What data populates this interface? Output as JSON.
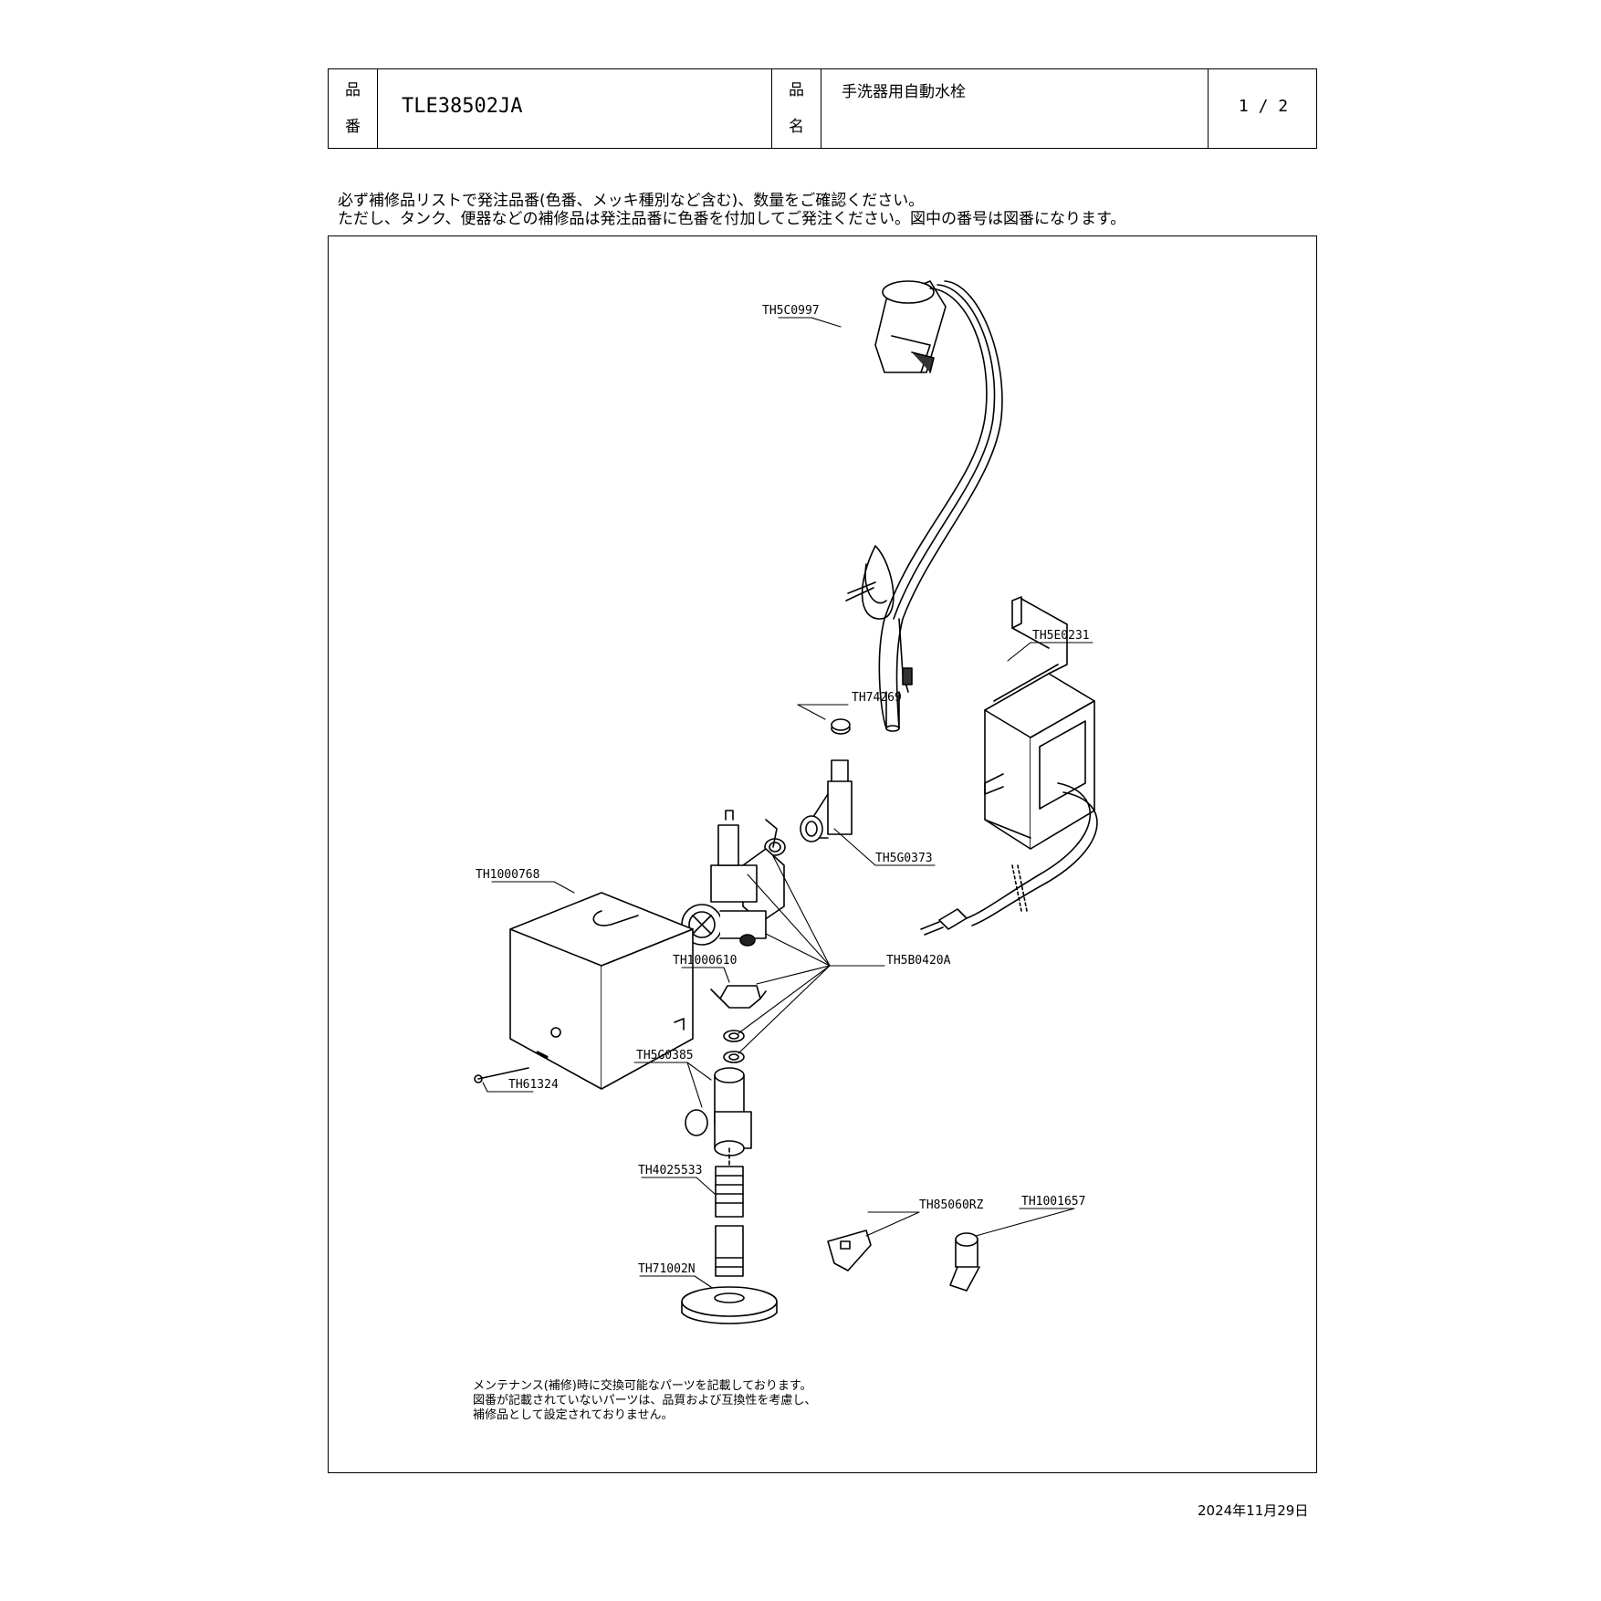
{
  "header": {
    "part_no_label": [
      "品",
      "番"
    ],
    "part_no": "TLE38502JA",
    "name_label": [
      "品",
      "名"
    ],
    "name": "手洗器用自動水栓",
    "page": "1 / 2"
  },
  "notice": [
    "必ず補修品リストで発注品番(色番、メッキ種別など含む)、数量をご確認ください。",
    "ただし、タンク、便器などの補修品は発注品番に色番を付加してご発注ください。図中の番号は図番になります。"
  ],
  "parts": {
    "th5c0997": "TH5C0997",
    "th5e0231": "TH5E0231",
    "th74269": "TH74269",
    "th5g0373": "TH5G0373",
    "th1000768": "TH1000768",
    "th1000610": "TH1000610",
    "th5b0420a": "TH5B0420A",
    "th5g0385": "TH5G0385",
    "th61324": "TH61324",
    "th4025533": "TH4025533",
    "th85060rz": "TH85060RZ",
    "th1001657": "TH1001657",
    "th71002n": "TH71002N"
  },
  "footnote": [
    "メンテナンス(補修)時に交換可能なパーツを記載しております。",
    "図番が記載されていないパーツは、品質および互換性を考慮し、",
    "補修品として設定されておりません。"
  ],
  "date": "2024年11月29日"
}
